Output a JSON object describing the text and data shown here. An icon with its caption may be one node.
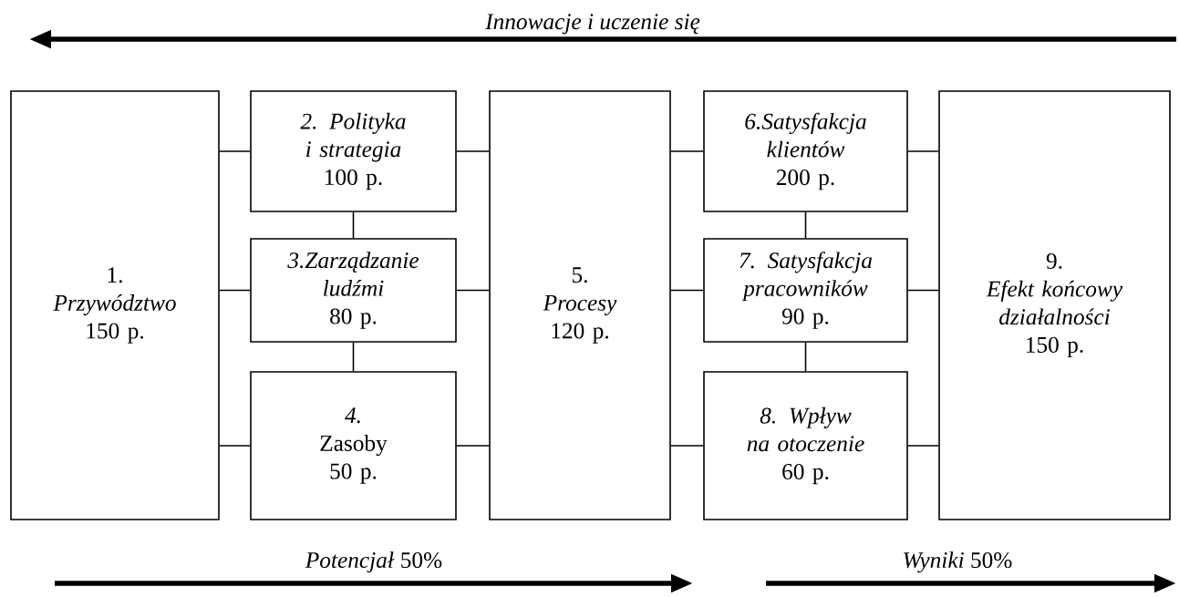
{
  "diagram": {
    "nodes": [
      {
        "text": [
          "1.",
          "Przywództwo",
          "150 p."
        ]
      },
      {
        "text": [
          "2. Polityka i strategia",
          "100 p."
        ]
      },
      {
        "text": [
          "3.Zarządzanie ludźmi",
          "80 p."
        ]
      },
      {
        "text": [
          "4.",
          "Zasoby",
          "50 p."
        ]
      },
      {
        "text": [
          "5.",
          "Procesy",
          "120 p."
        ]
      },
      {
        "text": [
          "6.Satysfakcja klientów",
          "200 p."
        ]
      },
      {
        "text": [
          "7. Satysfakcja pracowników",
          "90 p."
        ]
      },
      {
        "text": [
          "8. Wpływ na otoczenie",
          "60 p."
        ]
      },
      {
        "text": [
          "9.",
          "Efekt końcowy działalności",
          "150 p."
        ]
      }
    ],
    "edges": [
      {
        "from": 0,
        "to": 1,
        "arrow": "none"
      },
      {
        "from": 0,
        "to": 2,
        "arrow": "none"
      },
      {
        "from": 0,
        "to": 3,
        "arrow": "none"
      },
      {
        "from": 1,
        "to": 2,
        "arrow": "none"
      },
      {
        "from": 2,
        "to": 3,
        "arrow": "none"
      },
      {
        "from": 1,
        "to": 4,
        "arrow": "none"
      },
      {
        "from": 2,
        "to": 4,
        "arrow": "none"
      },
      {
        "from": 3,
        "to": 4,
        "arrow": "none"
      },
      {
        "from": 4,
        "to": 5,
        "arrow": "none"
      },
      {
        "from": 4,
        "to": 6,
        "arrow": "none"
      },
      {
        "from": 4,
        "to": 7,
        "arrow": "none"
      },
      {
        "from": 5,
        "to": 6,
        "arrow": "none"
      },
      {
        "from": 6,
        "to": 7,
        "arrow": "none"
      },
      {
        "from": 5,
        "to": 8,
        "arrow": "none"
      },
      {
        "from": 6,
        "to": 8,
        "arrow": "none"
      },
      {
        "from": 7,
        "to": 8,
        "arrow": "none"
      }
    ],
    "labels": [
      "Innowacje i uczenie się",
      "*Potencjał* 50%",
      "*Wyniki* 50%"
    ]
  }
}
